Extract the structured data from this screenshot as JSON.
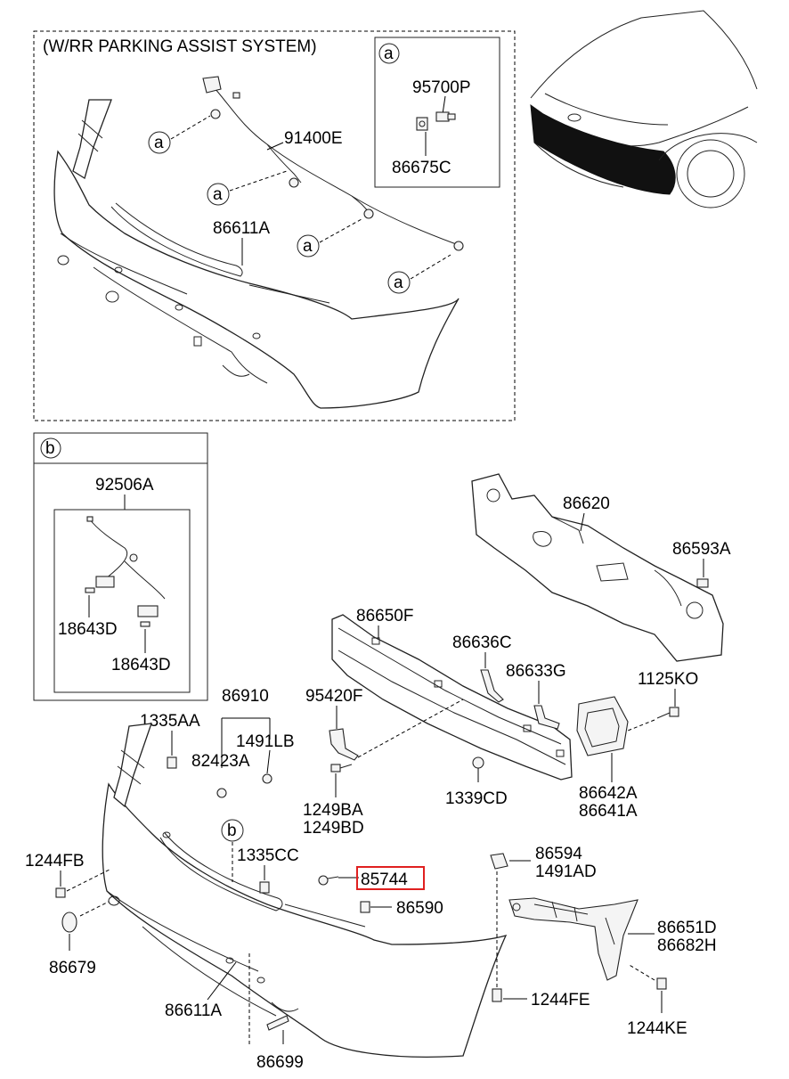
{
  "section_a": {
    "title": "(W/RR PARKING ASSIST SYSTEM)",
    "circle_marker": "a",
    "inset_marker": "a",
    "inset_parts": [
      "95700P",
      "86675C"
    ],
    "parts": [
      "91400E",
      "86611A"
    ]
  },
  "section_b": {
    "circle_marker": "b",
    "assembly": "92506A",
    "parts": [
      "18643D",
      "18643D"
    ]
  },
  "lower_parts": {
    "p86620": "86620",
    "p86593A": "86593A",
    "p86650F": "86650F",
    "p86636C": "86636C",
    "p86633G": "86633G",
    "p1125KO": "1125KO",
    "p95420F": "95420F",
    "p86910": "86910",
    "p1335AA": "1335AA",
    "p1491LB": "1491LB",
    "p82423A": "82423A",
    "p1339CD": "1339CD",
    "p86642A": "86642A",
    "p86641A": "86641A",
    "p1249BA": "1249BA",
    "p1249BD": "1249BD",
    "p1244FB": "1244FB",
    "p1335CC": "1335CC",
    "p85744": "85744",
    "p86594": "86594",
    "p1491AD": "1491AD",
    "p86590": "86590",
    "p86651D": "86651D",
    "p86682H": "86682H",
    "p86679": "86679",
    "p1244FE": "1244FE",
    "p86611A": "86611A",
    "p1244KE": "1244KE",
    "p86699": "86699",
    "b_marker": "b"
  },
  "highlight_color": "#e02020",
  "highlighted_part": "85744"
}
